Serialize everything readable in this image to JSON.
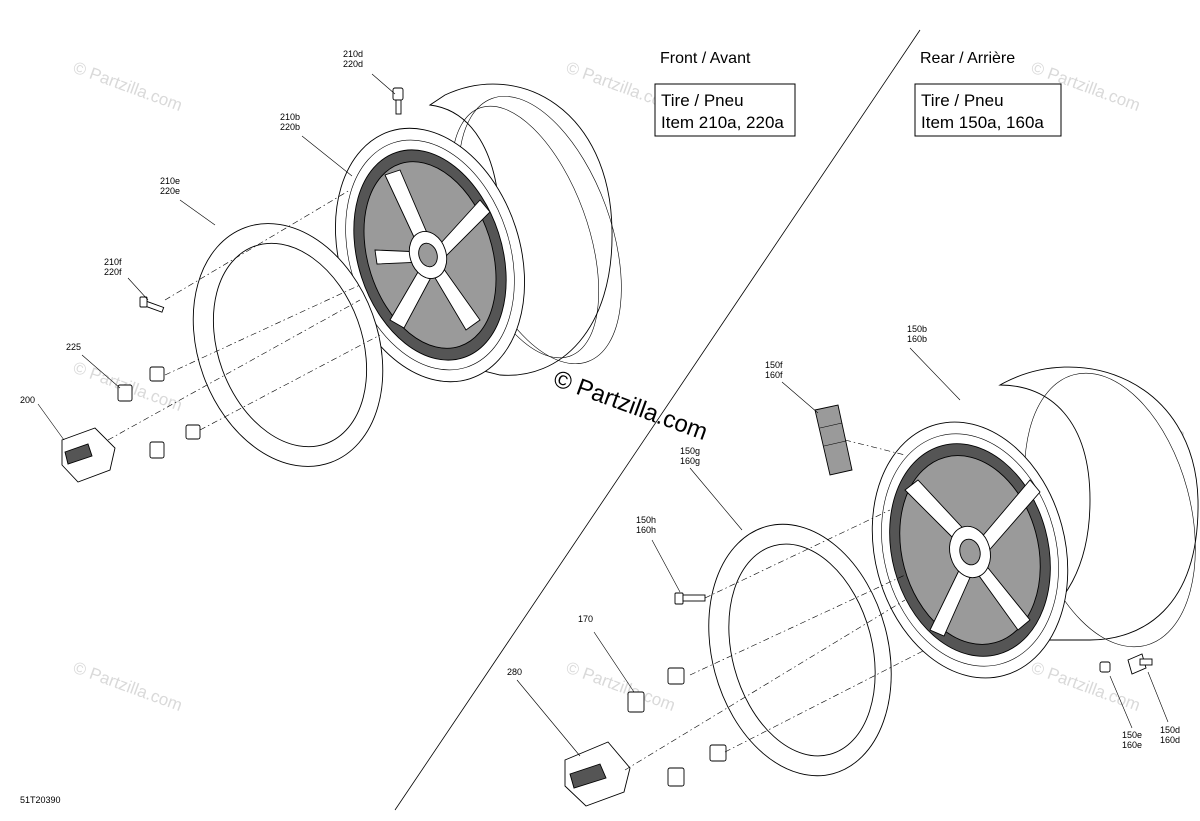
{
  "front_label": "Front / Avant",
  "rear_label": "Rear / Arrière",
  "front_box": {
    "line1": "Tire / Pneu",
    "line2": "Item 210a, 220a"
  },
  "rear_box": {
    "line1": "Tire / Pneu",
    "line2": "Item 150a, 160a"
  },
  "watermark_center": "© Partzilla.com",
  "watermark_tile": "© Partzilla.com",
  "figure_id": "51T20390",
  "callouts": {
    "c210d": [
      "210d",
      "220d"
    ],
    "c210b": [
      "210b",
      "220b"
    ],
    "c210e": [
      "210e",
      "220e"
    ],
    "c210f": [
      "210f",
      "220f"
    ],
    "c225": [
      "225"
    ],
    "c200": [
      "200"
    ],
    "c150b": [
      "150b",
      "160b"
    ],
    "c150f": [
      "150f",
      "160f"
    ],
    "c150g": [
      "150g",
      "160g"
    ],
    "c150h": [
      "150h",
      "160h"
    ],
    "c170": [
      "170"
    ],
    "c280": [
      "280"
    ],
    "c150e": [
      "150e",
      "160e"
    ],
    "c150d": [
      "150d",
      "160d"
    ]
  }
}
